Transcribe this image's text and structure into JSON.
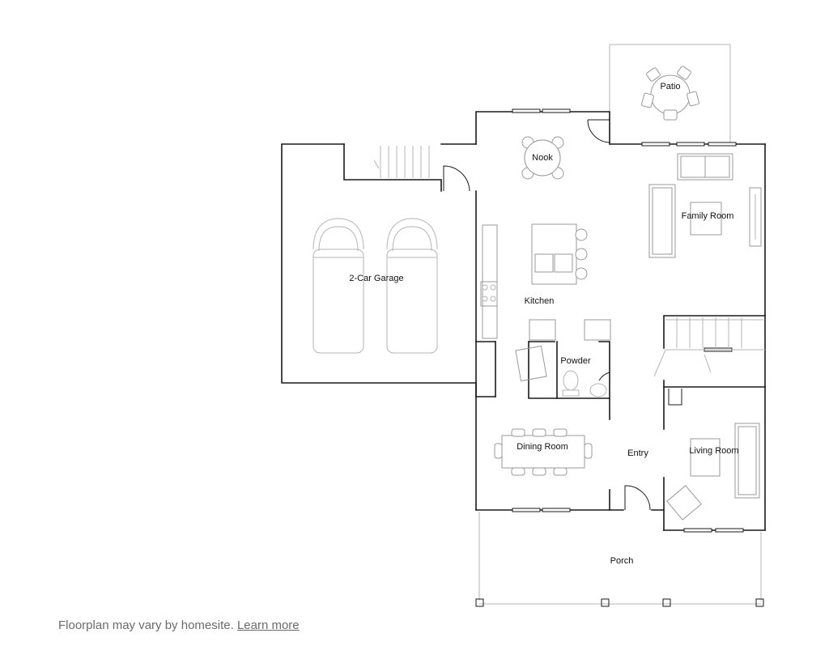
{
  "rooms": {
    "patio": "Patio",
    "nook": "Nook",
    "family_room": "Family Room",
    "garage": "2-Car Garage",
    "kitchen": "Kitchen",
    "powder": "Powder",
    "dining_room": "Dining Room",
    "entry": "Entry",
    "living_room": "Living Room",
    "porch": "Porch"
  },
  "caption": {
    "text": "Floorplan may vary by homesite.",
    "link": "Learn more"
  }
}
